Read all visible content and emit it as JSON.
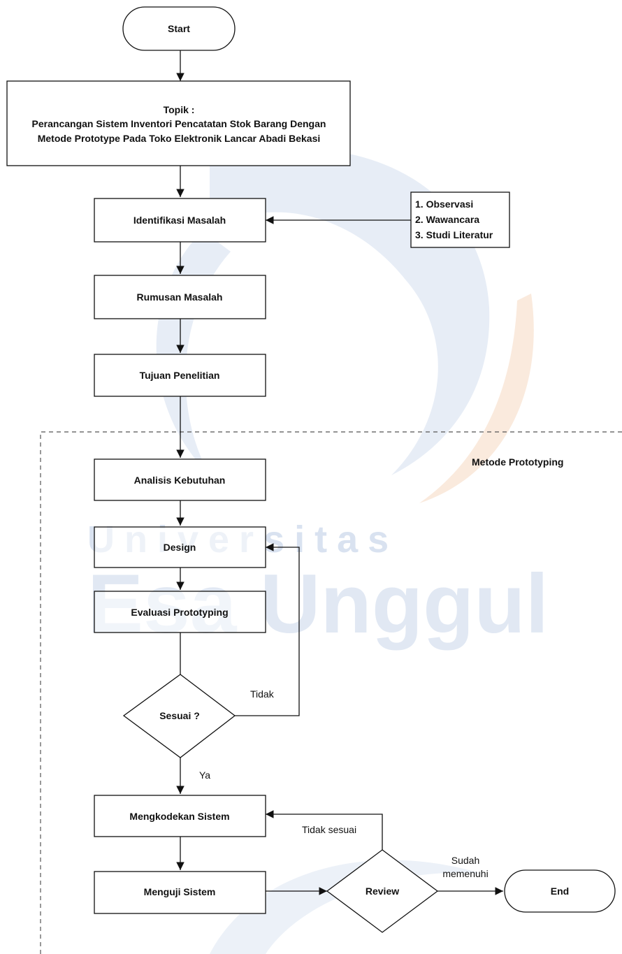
{
  "watermark": {
    "line1": "Universitas",
    "line2": "Esa Unggul",
    "colors": {
      "blue": "#c9d7ea",
      "orange": "#f7dcc6"
    }
  },
  "diagram": {
    "start": "Start",
    "topic": {
      "line1": "Topik :",
      "line2": "Perancangan Sistem Inventori Pencatatan Stok Barang Dengan",
      "line3": "Metode Prototype Pada Toko Elektronik Lancar Abadi Bekasi"
    },
    "identifikasi": "Identifikasi Masalah",
    "methods": [
      "1. Observasi",
      "2. Wawancara",
      "3. Studi Literatur"
    ],
    "rumusan": "Rumusan Masalah",
    "tujuan": "Tujuan Penelitian",
    "region_label": "Metode Prototyping",
    "analisis": "Analisis Kebutuhan",
    "design": "Design",
    "evaluasi": "Evaluasi Prototyping",
    "sesuai": "Sesuai ?",
    "tidak": "Tidak",
    "ya": "Ya",
    "mengkodekan": "Mengkodekan Sistem",
    "tidak_sesuai": "Tidak sesuai",
    "menguji": "Menguji Sistem",
    "review": "Review",
    "sudah_line1": "Sudah",
    "sudah_line2": "memenuhi",
    "end": "End"
  }
}
